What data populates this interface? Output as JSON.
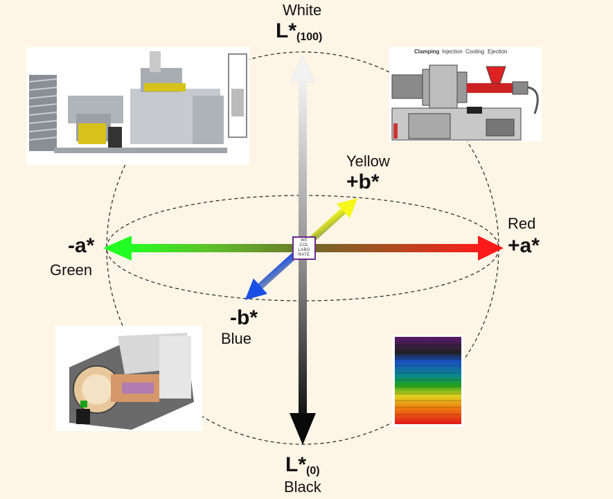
{
  "labels": {
    "white_word": "White",
    "white_letter": "L*",
    "white_value": "(100)",
    "black_letter": "L*",
    "black_value": "(0)",
    "black_word": "Black",
    "yellow_word": "Yellow",
    "yellow_axis": "+b*",
    "blue_axis": "-b*",
    "blue_word": "Blue",
    "red_word": "Red",
    "red_axis": "+a*",
    "green_axis": "-a*",
    "green_word": "Green"
  },
  "logo": {
    "lines": [
      "WE",
      "COL",
      "LABO",
      "RATE"
    ]
  },
  "machine_panel": {
    "steps": [
      "Clamping",
      "Injection",
      "Cooling",
      "Ejection"
    ]
  },
  "photos": {
    "top_left": "extrusion-line-photo",
    "top_right": "injection-molding-diagram",
    "bottom_left": "colorimeter-cutaway-photo",
    "bottom_right": "color-chip-stack-photo"
  },
  "colors": {
    "background": "#fdf5e6",
    "red": "#ff1a1a",
    "green": "#22ff22",
    "yellow": "#f2f21a",
    "blue": "#1a4fe6",
    "white_axis": "#f0f0f0",
    "black_axis": "#111111",
    "logo_border": "#6a2b8c"
  }
}
